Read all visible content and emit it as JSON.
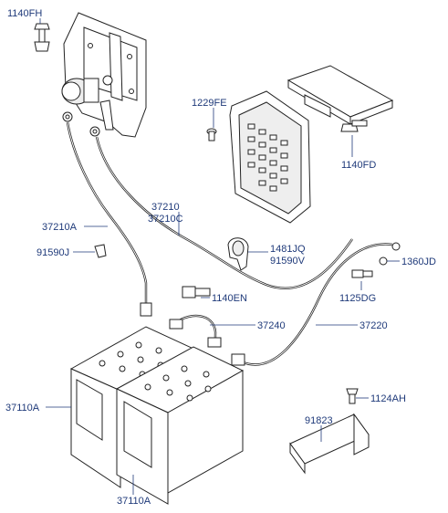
{
  "diagram": {
    "callouts": [
      {
        "id": "c1140fh",
        "text": "1140FH"
      },
      {
        "id": "c1229fe",
        "text": "1229FE"
      },
      {
        "id": "c1140fd",
        "text": "1140FD"
      },
      {
        "id": "c37210",
        "text": "37210"
      },
      {
        "id": "c37210c",
        "text": "37210C"
      },
      {
        "id": "c37210a",
        "text": "37210A"
      },
      {
        "id": "c91590j",
        "text": "91590J"
      },
      {
        "id": "c1481jq",
        "text": "1481JQ"
      },
      {
        "id": "c91590v",
        "text": "91590V"
      },
      {
        "id": "c1360jd",
        "text": "1360JD"
      },
      {
        "id": "c1125dg",
        "text": "1125DG"
      },
      {
        "id": "c1140en",
        "text": "1140EN"
      },
      {
        "id": "c37240",
        "text": "37240"
      },
      {
        "id": "c37220",
        "text": "37220"
      },
      {
        "id": "c1124ah",
        "text": "1124AH"
      },
      {
        "id": "c91823",
        "text": "91823"
      },
      {
        "id": "c37110a_left",
        "text": "37110A"
      },
      {
        "id": "c37110a_bottom",
        "text": "37110A"
      }
    ]
  }
}
